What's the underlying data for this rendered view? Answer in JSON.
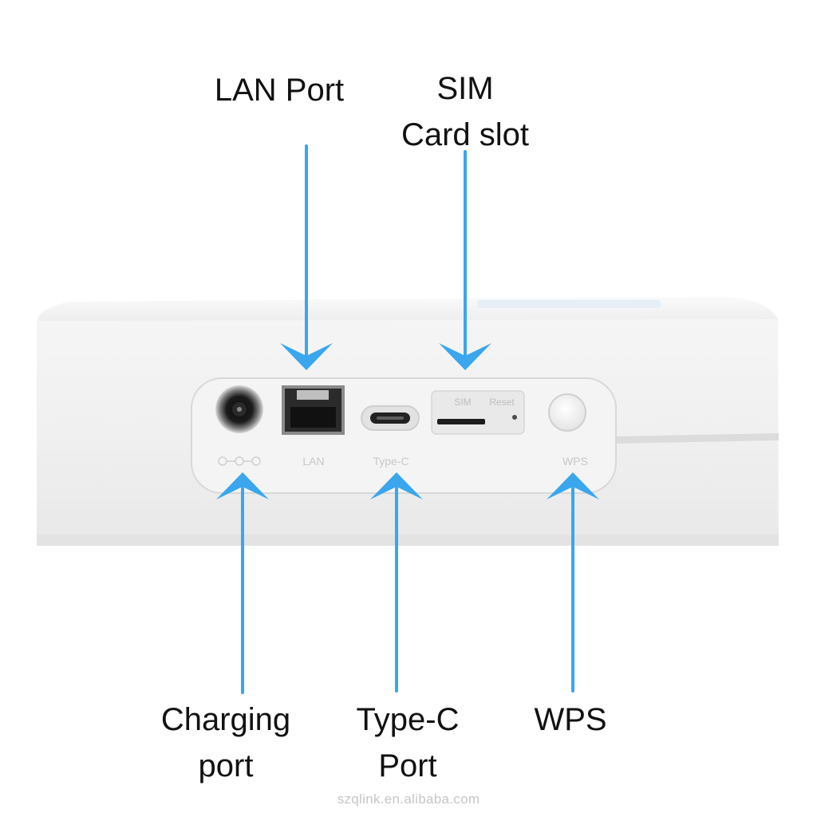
{
  "labels": {
    "lan_port": "LAN Port",
    "sim_line1": "SIM",
    "sim_line2": "Card slot",
    "charging_line1": "Charging",
    "charging_line2": "port",
    "typec_line1": "Type-C",
    "typec_line2": "Port",
    "wps": "WPS"
  },
  "device_markings": {
    "lan": "LAN",
    "type_c": "Type-C",
    "sim": "SIM",
    "reset": "Reset",
    "wps": "WPS"
  },
  "watermark": "szqlink.en.alibaba.com",
  "colors": {
    "arrow": "#3aa6ee",
    "device_body": "#f1f1f1",
    "panel": "#f4f4f4"
  }
}
